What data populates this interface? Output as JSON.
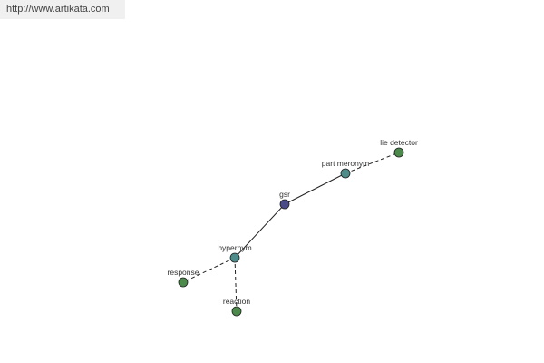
{
  "site": {
    "url": "http://www.artikata.com"
  },
  "graph": {
    "nodes": [
      {
        "id": "gsr",
        "label": "gsr",
        "color": "#4a4a88"
      },
      {
        "id": "part_meronym",
        "label": "part meronym",
        "color": "#4e8c8c"
      },
      {
        "id": "lie_detector",
        "label": "lie detector",
        "color": "#4c8a4c"
      },
      {
        "id": "hypernym",
        "label": "hypernym",
        "color": "#4e8c8c"
      },
      {
        "id": "response",
        "label": "response",
        "color": "#4c8a4c"
      },
      {
        "id": "reaction",
        "label": "reaction",
        "color": "#4c8a4c"
      }
    ],
    "edges": [
      {
        "from": "gsr",
        "to": "part_meronym",
        "style": "solid"
      },
      {
        "from": "part_meronym",
        "to": "lie_detector",
        "style": "dashed"
      },
      {
        "from": "gsr",
        "to": "hypernym",
        "style": "solid"
      },
      {
        "from": "hypernym",
        "to": "response",
        "style": "dashed"
      },
      {
        "from": "hypernym",
        "to": "reaction",
        "style": "dashed"
      }
    ]
  }
}
